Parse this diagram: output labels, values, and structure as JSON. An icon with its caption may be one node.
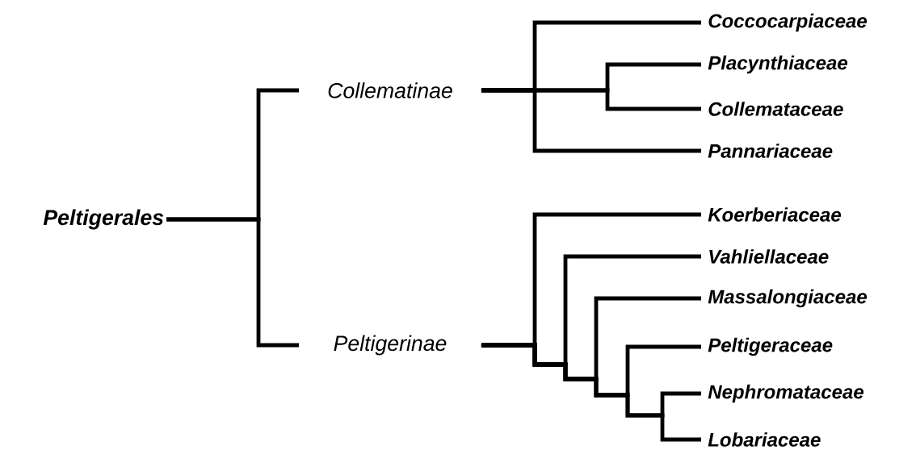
{
  "diagram": {
    "nodes": [
      {
        "text": [
          "Peltigerales"
        ]
      },
      {
        "text": [
          "Collematinae"
        ]
      },
      {
        "text": [
          "Peltigerinae"
        ]
      },
      {
        "text": [
          "Coccocarpiaceae"
        ]
      },
      {
        "text": [
          "Placynthiaceae"
        ]
      },
      {
        "text": [
          "Collemataceae"
        ]
      },
      {
        "text": [
          "Pannariaceae"
        ]
      },
      {
        "text": [
          "Koerberiaceae"
        ]
      },
      {
        "text": [
          "Vahliellaceae"
        ]
      },
      {
        "text": [
          "Massalongiaceae"
        ]
      },
      {
        "text": [
          "Peltigeraceae"
        ]
      },
      {
        "text": [
          "Nephromataceae"
        ]
      },
      {
        "text": [
          "Lobariaceae"
        ]
      }
    ],
    "edges": [
      {
        "from": 0,
        "to": 1,
        "arrow": "none"
      },
      {
        "from": 0,
        "to": 2,
        "arrow": "none"
      },
      {
        "from": 1,
        "to": 3,
        "arrow": "none"
      },
      {
        "from": 1,
        "to": 4,
        "arrow": "none"
      },
      {
        "from": 1,
        "to": 5,
        "arrow": "none"
      },
      {
        "from": 1,
        "to": 6,
        "arrow": "none"
      },
      {
        "from": 2,
        "to": 7,
        "arrow": "none"
      },
      {
        "from": 2,
        "to": 8,
        "arrow": "none"
      },
      {
        "from": 2,
        "to": 9,
        "arrow": "none"
      },
      {
        "from": 2,
        "to": 10,
        "arrow": "none"
      },
      {
        "from": 2,
        "to": 11,
        "arrow": "none"
      },
      {
        "from": 2,
        "to": 12,
        "arrow": "none"
      }
    ]
  }
}
